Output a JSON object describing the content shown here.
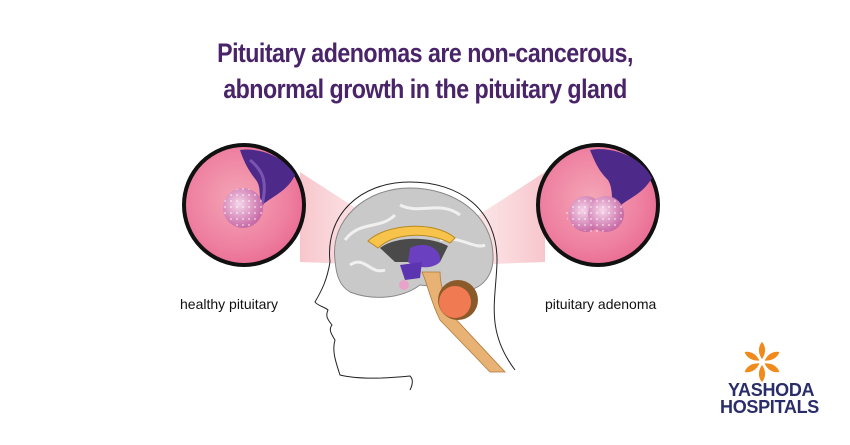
{
  "title": {
    "line1": "Pituitary adenomas are non-cancerous,",
    "line2": "abnormal growth in the pituitary gland"
  },
  "labels": {
    "left": "healthy pituitary",
    "right": "pituitary adenoma"
  },
  "logo": {
    "line1": "YASHODA",
    "line2": "HOSPITALS"
  },
  "colors": {
    "title": "#4a2468",
    "logo_navy": "#2b2d6b",
    "logo_orange": "#f08a1c"
  }
}
